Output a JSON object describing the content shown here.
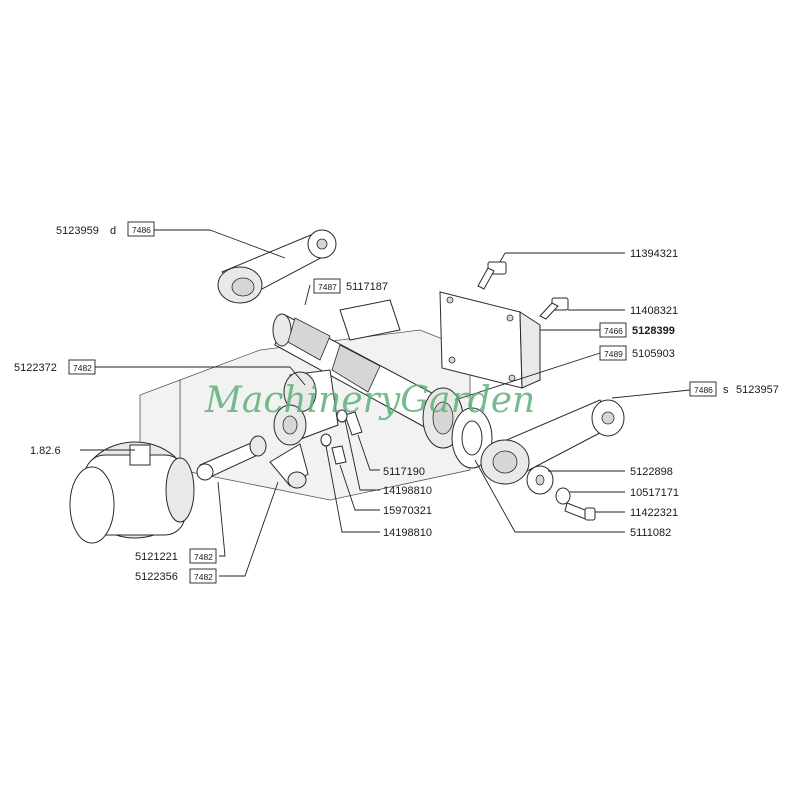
{
  "labels": {
    "p5123959": "5123959",
    "p5123959_side": "d",
    "r7486a": "7486",
    "p11394321": "11394321",
    "p11408321": "11408321",
    "r7487": "7487",
    "p5117187": "5117187",
    "r7466": "7466",
    "p5128399": "5128399",
    "r7489": "7489",
    "p5105903": "5105903",
    "p5122372": "5122372",
    "r7482a": "7482",
    "r7486b": "7486",
    "p5123957_side": "s",
    "p5123957": "5123957",
    "p1826": "1.82.6",
    "p5122898": "5122898",
    "p5117190": "5117190",
    "p10517171": "10517171",
    "p14198810a": "14198810",
    "p11422321": "11422321",
    "p15970321": "15970321",
    "p14198810b": "14198810",
    "p5111082": "5111082",
    "p5121221": "5121221",
    "r7482b": "7482",
    "p5122356": "5122356",
    "r7482c": "7482"
  },
  "watermark": "MachineryGarden",
  "colors": {
    "watermark": "#5fb07a",
    "ink": "#1a1a1a"
  }
}
